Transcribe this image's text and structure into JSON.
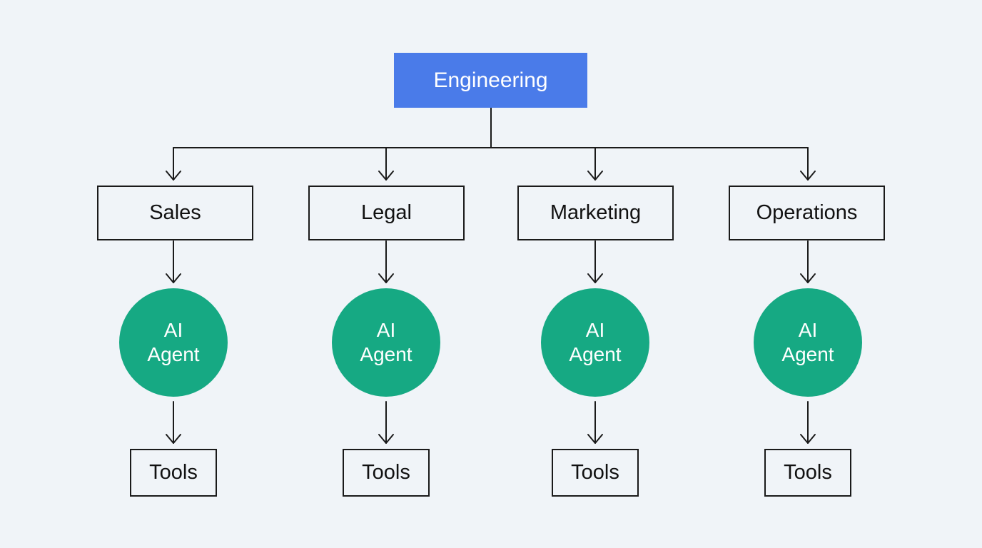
{
  "colors": {
    "background": "#f0f4f8",
    "root_fill": "#4a7be9",
    "agent_fill": "#16a983",
    "line": "#1a1a1a"
  },
  "root": {
    "label": "Engineering"
  },
  "columns": [
    {
      "department": "Sales",
      "agent_line1": "AI",
      "agent_line2": "Agent",
      "tools": "Tools"
    },
    {
      "department": "Legal",
      "agent_line1": "AI",
      "agent_line2": "Agent",
      "tools": "Tools"
    },
    {
      "department": "Marketing",
      "agent_line1": "AI",
      "agent_line2": "Agent",
      "tools": "Tools"
    },
    {
      "department": "Operations",
      "agent_line1": "AI",
      "agent_line2": "Agent",
      "tools": "Tools"
    }
  ]
}
